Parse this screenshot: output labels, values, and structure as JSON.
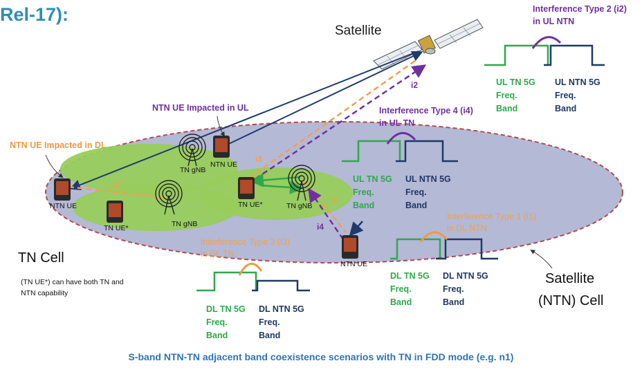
{
  "heading": "Rel-17):",
  "satellite_label": "Satellite",
  "caption": "S-band NTN-TN adjacent band coexistence scenarios with TN in FDD mode (e.g. n1)",
  "labels": {
    "ntn_ue_ul": "NTN UE Impacted in UL",
    "ntn_ue_dl": "NTN UE Impacted in DL",
    "tn_cell": "TN Cell",
    "tn_ue_note_1": "(TN UE*) can have both TN and",
    "tn_ue_note_2": "NTN capability",
    "sat_cell_1": "Satellite",
    "sat_cell_2": "(NTN) Cell"
  },
  "devices": {
    "ntn_ue": "NTN UE",
    "tn_ue_star": "TN UE*",
    "tn_gnb": "TN gNB"
  },
  "interference": {
    "i1": "i1",
    "i2": "i2",
    "i3": "i3",
    "i4": "i4",
    "type1_line1": "Interference Type 1 (i1)",
    "type1_line2": "in DL NTN",
    "type2_line1": "Interference Type 2 (i2)",
    "type2_line2": "in UL NTN",
    "type3_line1": "Interference Type 3 (i3)",
    "type3_line2": "in DL TN",
    "type4_line1": "Interference Type 4 (i4)",
    "type4_line2": "in UL TN"
  },
  "bands": {
    "freq": "Freq.",
    "band": "Band",
    "ul_tn": "UL TN 5G",
    "ul_ntn": "UL NTN 5G",
    "dl_tn": "DL TN 5G",
    "dl_ntn": "DL NTN 5G"
  },
  "colors": {
    "heading": "#2e8fb4",
    "caption": "#2e75b6",
    "purple": "#7030a0",
    "orange": "#f0a050",
    "green": "#2fa84a",
    "navy": "#1f3864",
    "sat_cell_fill": "#b4b9d6",
    "tn_cell_fill": "#98cc5c",
    "sat_cell_border": "#b04a4a"
  }
}
